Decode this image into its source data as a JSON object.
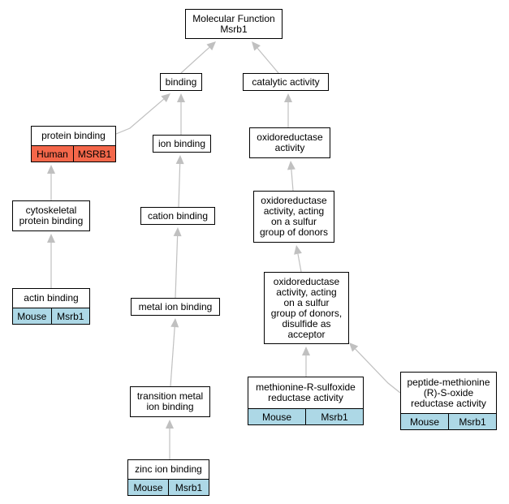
{
  "colors": {
    "edge": "#c0c0c0",
    "mouse": "#add8e6",
    "human": "#f4674a"
  },
  "nodes": {
    "root": {
      "label": "Molecular Function\nMsrb1"
    },
    "binding": {
      "label": "binding"
    },
    "catalytic": {
      "label": "catalytic activity"
    },
    "protein_binding": {
      "label": "protein binding",
      "tags": [
        "Human",
        "MSRB1"
      ],
      "tag_style": "human"
    },
    "ion_binding": {
      "label": "ion binding"
    },
    "oxidoreductase": {
      "label": "oxidoreductase\nactivity"
    },
    "cytoskeletal": {
      "label": "cytoskeletal\nprotein binding"
    },
    "cation_binding": {
      "label": "cation binding"
    },
    "oxido_sulfur": {
      "label": "oxidoreductase\nactivity, acting\non a sulfur\ngroup of donors"
    },
    "actin_binding": {
      "label": "actin binding",
      "tags": [
        "Mouse",
        "Msrb1"
      ],
      "tag_style": "mouse"
    },
    "metal_ion": {
      "label": "metal ion binding"
    },
    "oxido_disulfide": {
      "label": "oxidoreductase\nactivity, acting\non a sulfur\ngroup of donors,\ndisulfide as\nacceptor"
    },
    "transition_metal": {
      "label": "transition metal\nion binding"
    },
    "msr_r": {
      "label": "methionine-R-sulfoxide\nreductase activity",
      "tags": [
        "Mouse",
        "Msrb1"
      ],
      "tag_style": "mouse"
    },
    "peptide_msr": {
      "label": "peptide-methionine\n(R)-S-oxide\nreductase activity",
      "tags": [
        "Mouse",
        "Msrb1"
      ],
      "tag_style": "mouse"
    },
    "zinc_binding": {
      "label": "zinc ion binding",
      "tags": [
        "Mouse",
        "Msrb1"
      ],
      "tag_style": "mouse"
    }
  }
}
